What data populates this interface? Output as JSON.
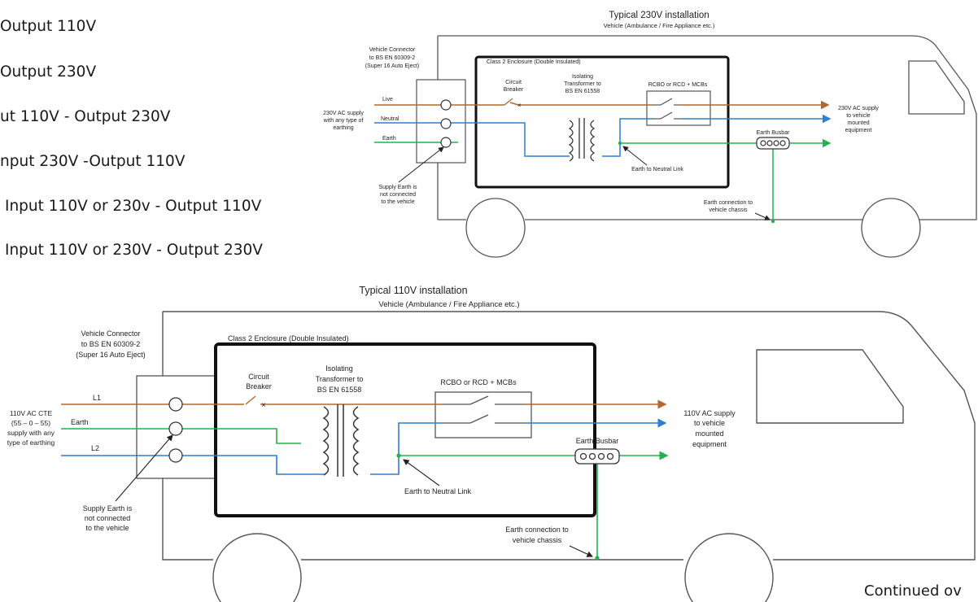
{
  "option_list": [
    "Output 110V",
    "Output 230V",
    "ut 110V - Output 230V",
    "nput 230V -Output 110V",
    "Input 110V or 230v - Output 110V",
    "Input 110V or 230V - Output 230V"
  ],
  "diagram_230": {
    "title": "Typical 230V installation",
    "subtitle": "Vehicle (Ambulance / Fire Appliance etc.)",
    "connector": [
      "Vehicle Connector",
      "to BS EN 60309-2",
      "(Super 16 Auto Eject)"
    ],
    "enclosure": "Class 2 Enclosure (Double Insulated)",
    "breaker": [
      "Circuit",
      "Breaker"
    ],
    "transformer": [
      "Isolating",
      "Transformer to",
      "BS EN 61558"
    ],
    "rcbo": "RCBO or RCD + MCBs",
    "supply": [
      "230V AC supply",
      "with any type of",
      "earthing"
    ],
    "lines": [
      "Live",
      "Neutral",
      "Earth"
    ],
    "output": [
      "230V AC supply",
      "to vehicle",
      "mounted",
      "equipment"
    ],
    "busbar": "Earth Busbar",
    "link": "Earth to Neutral Link",
    "supply_earth": [
      "Supply Earth is",
      "not connected",
      "to the vehicle"
    ],
    "chassis": [
      "Earth connection to",
      "vehicle chassis"
    ]
  },
  "diagram_110": {
    "title": "Typical 110V installation",
    "subtitle": "Vehicle (Ambulance / Fire Appliance etc.)",
    "connector": [
      "Vehicle Connector",
      "to BS EN 60309-2",
      "(Super 16 Auto Eject)"
    ],
    "enclosure": "Class 2 Enclosure (Double Insulated)",
    "breaker": [
      "Circuit",
      "Breaker"
    ],
    "transformer": [
      "Isolating",
      "Transformer to",
      "BS EN 61558"
    ],
    "rcbo": "RCBO or RCD + MCBs",
    "supply": [
      "110V AC CTE",
      "(55 – 0 – 55)",
      "supply with any",
      "type of earthing"
    ],
    "lines": [
      "L1",
      "Earth",
      "L2"
    ],
    "output": [
      "110V AC supply",
      "to vehicle",
      "mounted",
      "equipment"
    ],
    "busbar": "Earth Busbar",
    "link": "Earth to Neutral Link",
    "supply_earth": [
      "Supply Earth is",
      "not connected",
      "to the vehicle"
    ],
    "chassis": [
      "Earth connection to",
      "vehicle chassis"
    ]
  },
  "colors": {
    "live": "#b5662f",
    "neutral": "#2e7fcf",
    "earth": "#21b24a",
    "outline": "#555555"
  },
  "footer": "Continued ov"
}
